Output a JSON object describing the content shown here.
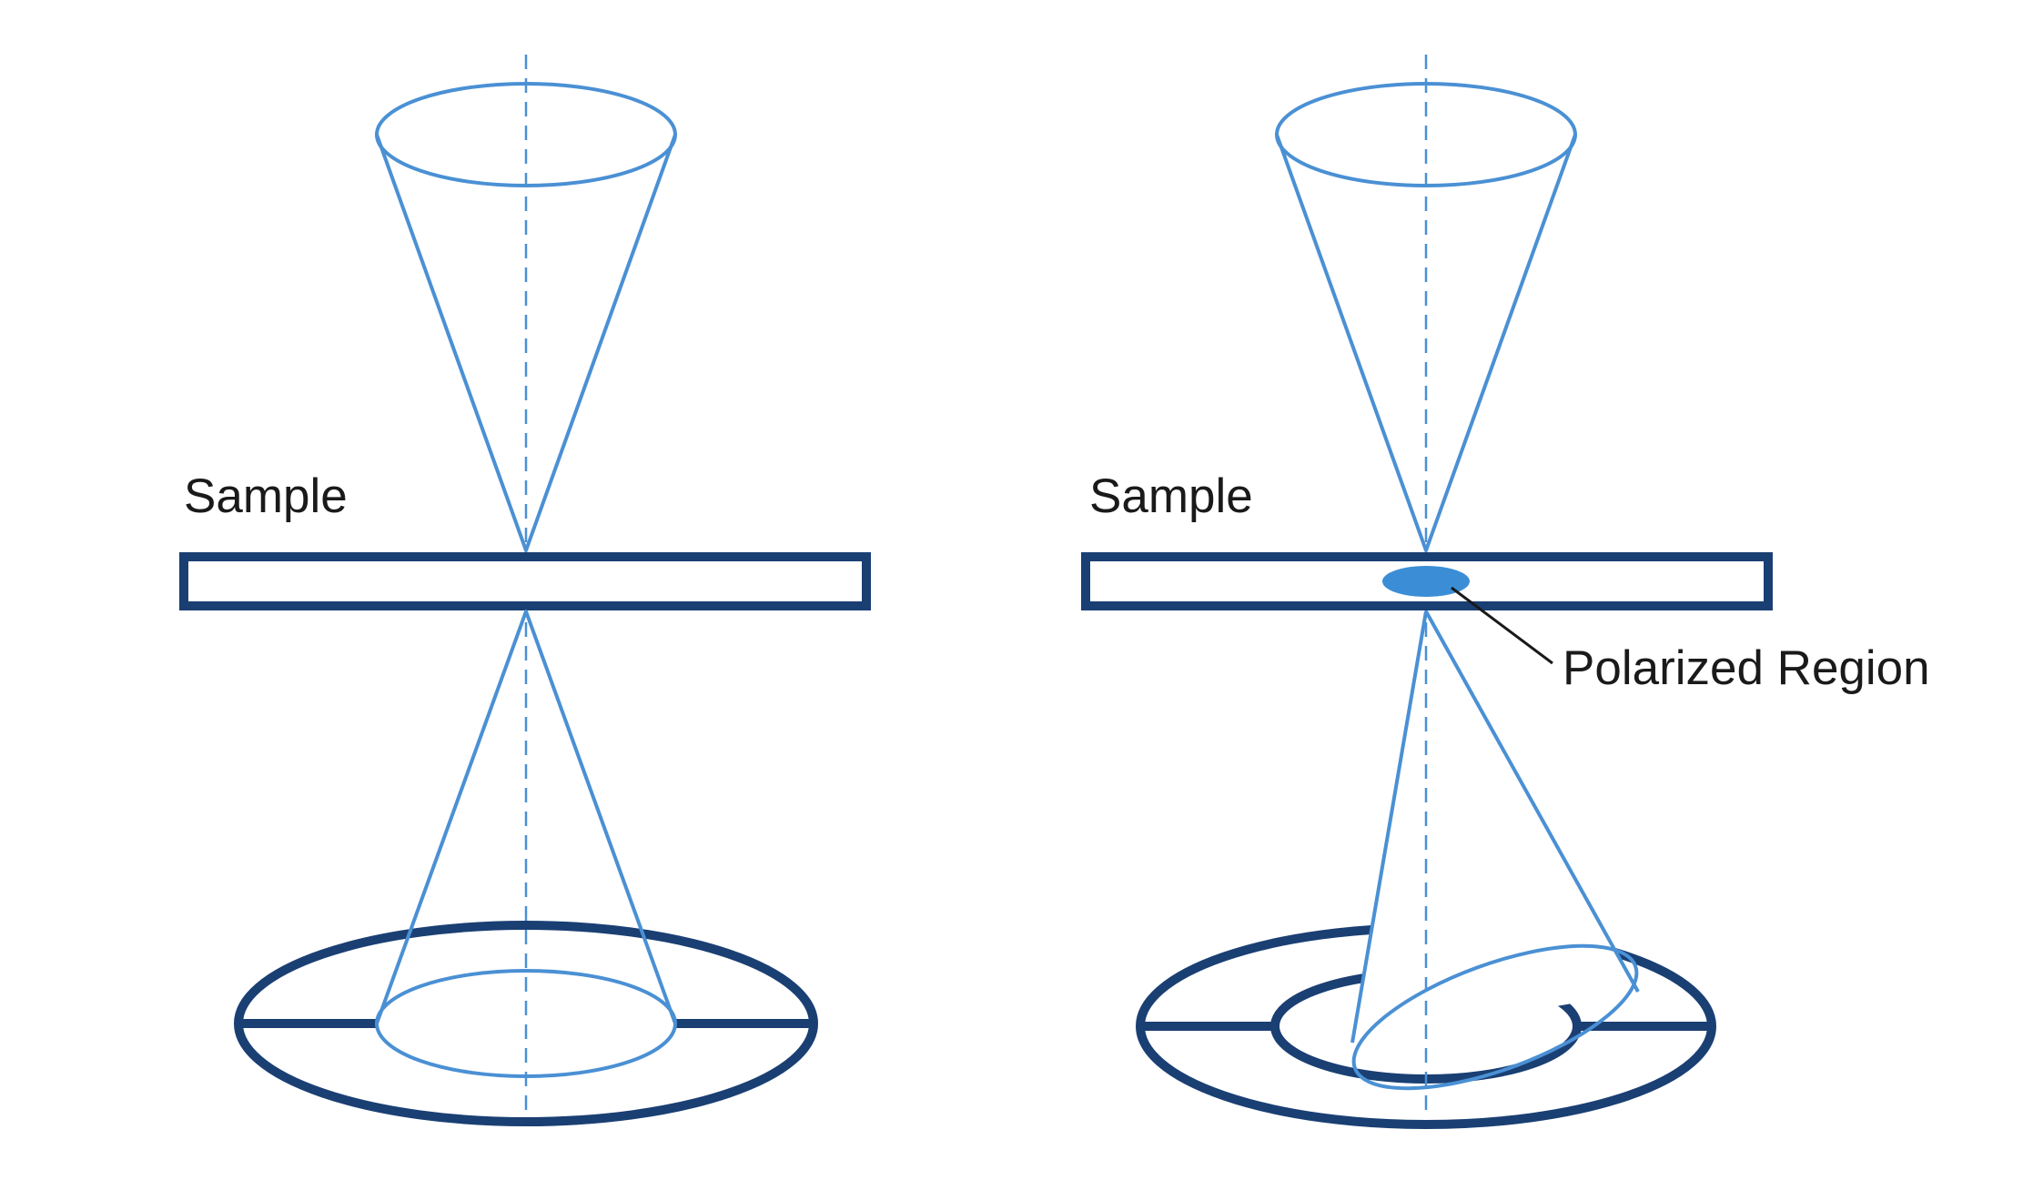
{
  "panels": [
    {
      "id": "left",
      "sample_label": "Sample",
      "polarized": false
    },
    {
      "id": "right",
      "sample_label": "Sample",
      "polarized": true,
      "callout_label": "Polarized Region"
    }
  ],
  "colors": {
    "beam": "#4a90d4",
    "detector": "#1a3f73",
    "polarized_region": "#3b8ed6",
    "text": "#1a1a1a"
  }
}
